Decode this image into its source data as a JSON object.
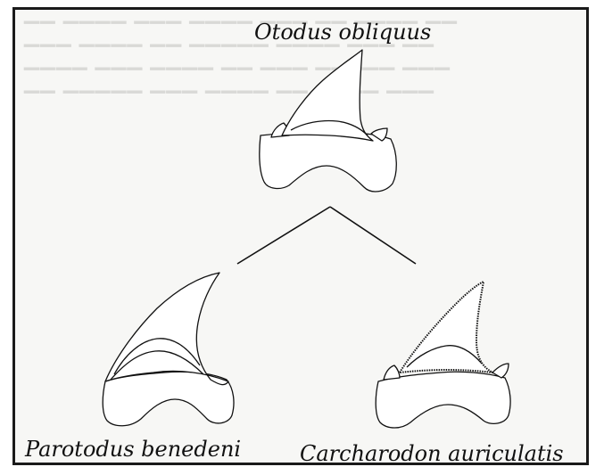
{
  "taxa": {
    "ancestor": "Otodus obliquus",
    "left_descendant": "Parotodus benedeni",
    "right_descendant": "Carcharodon auriculatis"
  },
  "icons": {
    "ancestor_tooth": "shark-tooth-icon",
    "left_tooth": "shark-tooth-icon",
    "right_tooth": "serrated-shark-tooth-icon"
  }
}
